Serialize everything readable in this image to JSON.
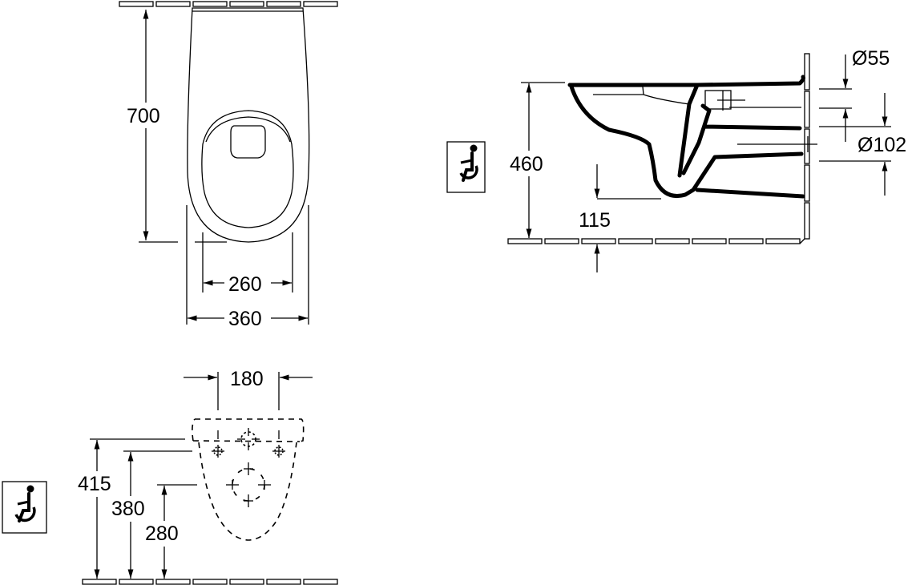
{
  "drawing": {
    "title": "Wall-hung WC technical dimension drawing",
    "units": "mm",
    "colors": {
      "line": "#000000",
      "background": "#ffffff"
    }
  },
  "top_view": {
    "dim_length": "700",
    "dim_seat_width": "260",
    "dim_total_width": "360"
  },
  "side_view": {
    "dim_rim_height": "460",
    "dim_outlet_height": "115",
    "dim_inlet_diameter": "Ø55",
    "dim_outlet_diameter": "Ø102",
    "icon": "wheelchair-accessible-icon"
  },
  "wall_fixing_view": {
    "dim_bolt_spacing": "180",
    "dim_height_top": "415",
    "dim_height_mid": "380",
    "dim_height_low": "280",
    "icon": "wheelchair-accessible-icon"
  }
}
